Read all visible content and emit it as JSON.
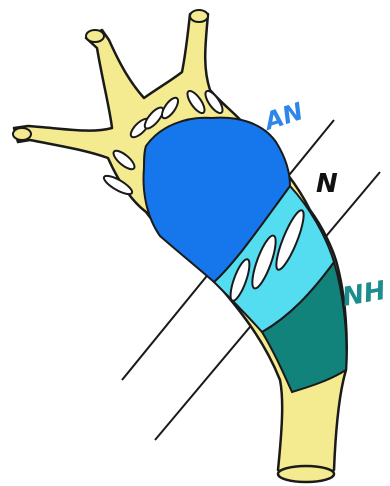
{
  "diagram": {
    "labels": {
      "an": "AN",
      "n": "N",
      "nh": "NH"
    },
    "colors": {
      "outline": "#1a1a1a",
      "tubule": "#f4ea8f",
      "region_an": "#1677ec",
      "region_n": "#54dcf0",
      "region_nh": "#12837a",
      "slit": "#ffffff",
      "label_an": "#2f86e8",
      "label_n": "#111111",
      "label_nh": "#1c8d8d",
      "dividing_line": "#1a1a1a"
    }
  }
}
